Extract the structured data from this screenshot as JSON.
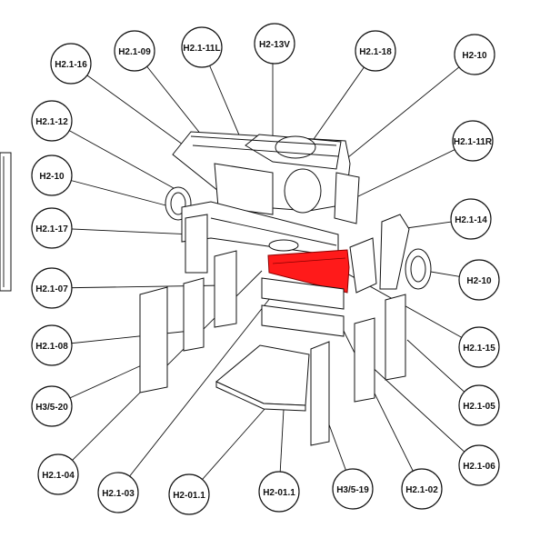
{
  "callouts": [
    {
      "id": "c1",
      "label": "H2.1-16"
    },
    {
      "id": "c2",
      "label": "H2.1-09"
    },
    {
      "id": "c3",
      "label": "H2.1-11L"
    },
    {
      "id": "c4",
      "label": "H2-13V"
    },
    {
      "id": "c5",
      "label": "H2.1-18"
    },
    {
      "id": "c6",
      "label": "H2-10"
    },
    {
      "id": "c7",
      "label": "H2.1-12"
    },
    {
      "id": "c8",
      "label": "H2.1-11R"
    },
    {
      "id": "c9",
      "label": "H2-10"
    },
    {
      "id": "c10",
      "label": "H2.1-14"
    },
    {
      "id": "c11",
      "label": "H2.1-17"
    },
    {
      "id": "c12",
      "label": "H2-10"
    },
    {
      "id": "c13",
      "label": "H2.1-07"
    },
    {
      "id": "c14",
      "label": "H2.1-15"
    },
    {
      "id": "c15",
      "label": "H2.1-08"
    },
    {
      "id": "c16",
      "label": "H2.1-05"
    },
    {
      "id": "c17",
      "label": "H3/5-20"
    },
    {
      "id": "c18",
      "label": "H2.1-06"
    },
    {
      "id": "c19",
      "label": "H2.1-04"
    },
    {
      "id": "c20",
      "label": "H2.1-03"
    },
    {
      "id": "c21",
      "label": "H2-01.1"
    },
    {
      "id": "c22",
      "label": "H2-01.1"
    },
    {
      "id": "c23",
      "label": "H3/5-19"
    },
    {
      "id": "c24",
      "label": "H2.1-02"
    }
  ],
  "highlight_color": "#ff1a1a",
  "highlighted_part": "H2.1-15"
}
